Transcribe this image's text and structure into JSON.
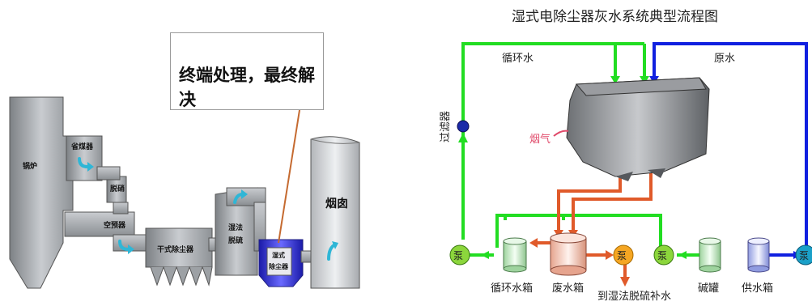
{
  "left_diagram": {
    "note": "终端处理，最终解决",
    "labels": {
      "boiler": "锅炉",
      "economizer": "省煤器",
      "denitration": "脱硝",
      "air_preheater": "空预器",
      "dry_esp": "干式除尘器",
      "wet_fgd": "湿法脱硫",
      "wet_esp": "湿式除尘器",
      "chimney": "烟囱"
    }
  },
  "right_diagram": {
    "title": "湿式电除尘器灰水系统典型流程图",
    "labels": {
      "circulating_water": "循环水",
      "raw_water": "原水",
      "filter": "过滤器",
      "flue_gas": "烟气",
      "pump": "泵",
      "circulating_tank": "循环水箱",
      "waste_tank": "废水箱",
      "to_fgd": "到湿法脱硫补水",
      "alkali_tank": "碱罐",
      "supply_tank": "供水箱"
    },
    "colors": {
      "green_line": "#22dd22",
      "blue_line": "#1020e0",
      "red_line": "#e05a2a",
      "pump_green": "#8cd63c",
      "pump_orange": "#f5a623",
      "pump_teal": "#1aa0c8"
    }
  }
}
